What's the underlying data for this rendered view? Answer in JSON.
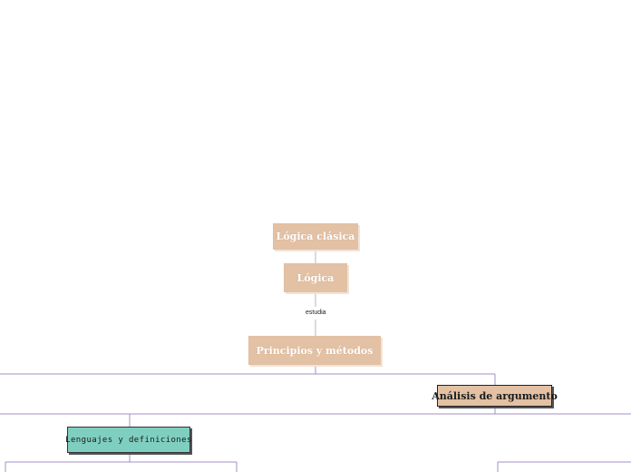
{
  "nodes": {
    "logica_clasica": "Lógica clásica",
    "logica": "Lógica",
    "principios": "Principios y métodos",
    "analisis": "Análisis de argumento",
    "lenguajes": "Lenguajes y definiciones"
  },
  "links": {
    "estudia": "estudia"
  },
  "colors": {
    "node_peach": "#e3c1a4",
    "node_teal": "#7fcfc0",
    "link_gray": "#b9b9b9",
    "link_purple": "#a58fc4"
  }
}
